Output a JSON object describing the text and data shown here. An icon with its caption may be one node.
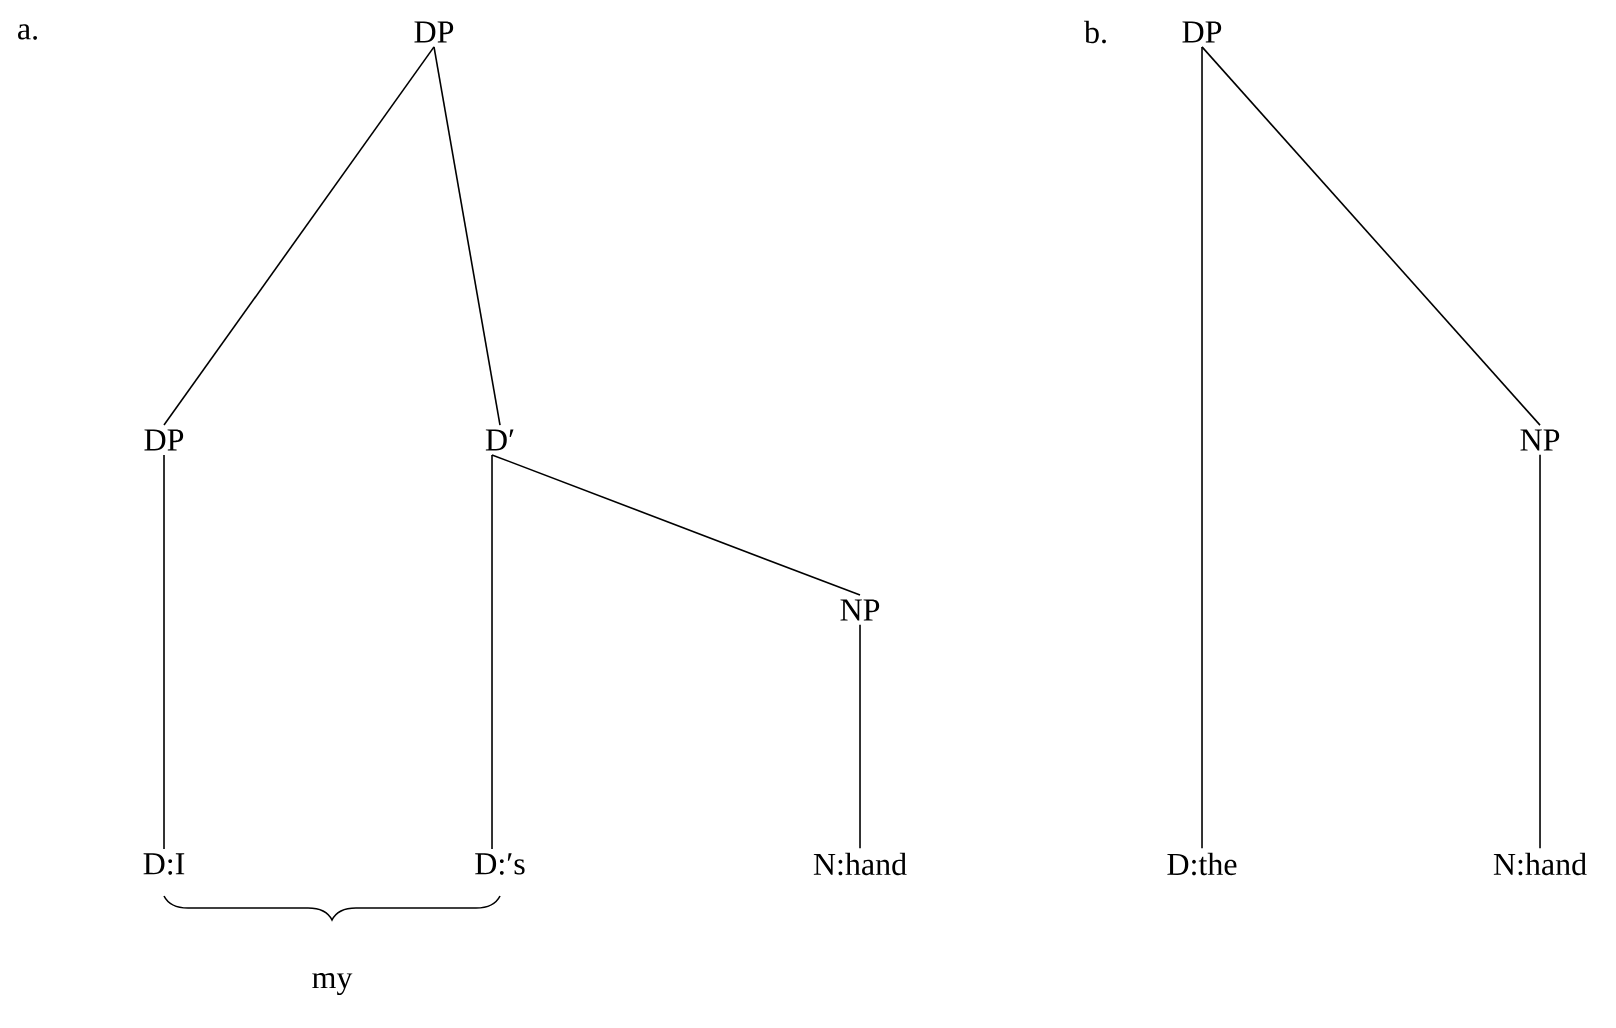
{
  "diagram": {
    "nodes": [
      {
        "text": [
          "DP"
        ]
      },
      {
        "text": [
          "DP"
        ]
      },
      {
        "text": [
          "D′"
        ]
      },
      {
        "text": [
          "NP"
        ]
      },
      {
        "text": [
          "D:I"
        ]
      },
      {
        "text": [
          "D:′s"
        ]
      },
      {
        "text": [
          "N:hand"
        ]
      },
      {
        "text": [
          "DP"
        ]
      },
      {
        "text": [
          "NP"
        ]
      },
      {
        "text": [
          "D:the"
        ]
      },
      {
        "text": [
          "N:hand"
        ]
      }
    ],
    "edges": [
      {
        "from": 0,
        "to": 1,
        "arrow": "none"
      },
      {
        "from": 0,
        "to": 2,
        "arrow": "none"
      },
      {
        "from": 1,
        "to": 4,
        "arrow": "none"
      },
      {
        "from": 2,
        "to": 5,
        "arrow": "none"
      },
      {
        "from": 2,
        "to": 3,
        "arrow": "none"
      },
      {
        "from": 3,
        "to": 6,
        "arrow": "none"
      },
      {
        "from": 7,
        "to": 9,
        "arrow": "none"
      },
      {
        "from": 7,
        "to": 8,
        "arrow": "none"
      },
      {
        "from": 8,
        "to": 10,
        "arrow": "none"
      }
    ],
    "labels": [
      "a.",
      "b.",
      "my"
    ]
  }
}
